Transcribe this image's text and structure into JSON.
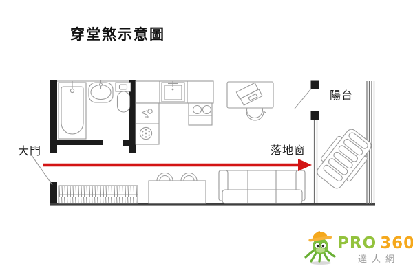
{
  "title": "穿堂煞示意圖",
  "labels": {
    "main_door": "大門",
    "french_window": "落地窗",
    "balcony": "陽台"
  },
  "logo": {
    "brand_green": "PRO",
    "brand_orange": "360",
    "subtitle": "達人網"
  },
  "colors": {
    "arrow_red": "#d31414",
    "wall_black": "#1c1c1c",
    "line_gray": "#9b9b9b",
    "logo_green": "#93c23d",
    "logo_orange": "#f5a81c",
    "logo_gray": "#9b9b9b"
  }
}
